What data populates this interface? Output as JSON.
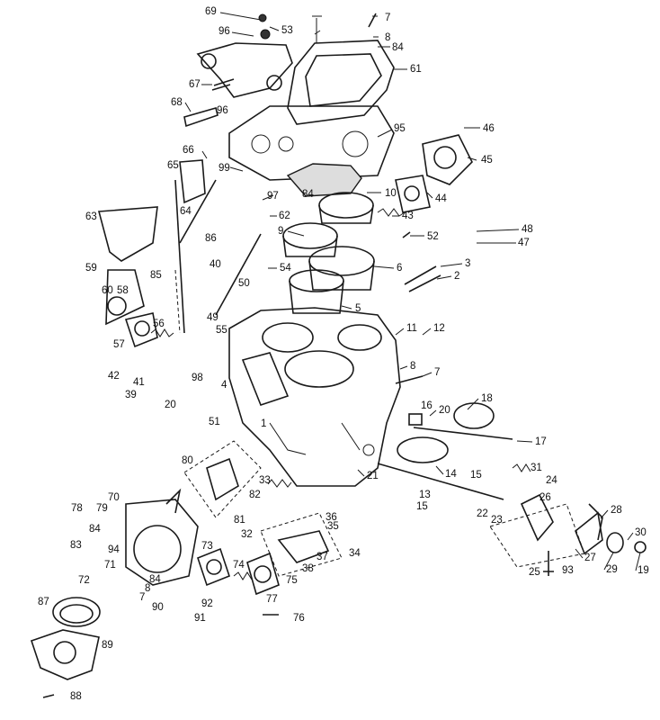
{
  "labels": [
    {
      "id": "p69",
      "text": "69"
    },
    {
      "id": "p96a",
      "text": "96"
    },
    {
      "id": "p53",
      "text": "53"
    },
    {
      "id": "p7a",
      "text": "7"
    },
    {
      "id": "p8a",
      "text": "8"
    },
    {
      "id": "p84a",
      "text": "84"
    },
    {
      "id": "p61",
      "text": "61"
    },
    {
      "id": "p67",
      "text": "67"
    },
    {
      "id": "p96b",
      "text": "96"
    },
    {
      "id": "p68",
      "text": "68"
    },
    {
      "id": "p95",
      "text": "95"
    },
    {
      "id": "p46",
      "text": "46"
    },
    {
      "id": "p66",
      "text": "66"
    },
    {
      "id": "p45",
      "text": "45"
    },
    {
      "id": "p65",
      "text": "65"
    },
    {
      "id": "p99",
      "text": "99"
    },
    {
      "id": "p84b",
      "text": "84"
    },
    {
      "id": "p97",
      "text": "97"
    },
    {
      "id": "p10",
      "text": "10"
    },
    {
      "id": "p44",
      "text": "44"
    },
    {
      "id": "p64",
      "text": "64"
    },
    {
      "id": "p62",
      "text": "62"
    },
    {
      "id": "p43",
      "text": "43"
    },
    {
      "id": "p63",
      "text": "63"
    },
    {
      "id": "p9",
      "text": "9"
    },
    {
      "id": "p48",
      "text": "48"
    },
    {
      "id": "p86",
      "text": "86"
    },
    {
      "id": "p52",
      "text": "52"
    },
    {
      "id": "p47",
      "text": "47"
    },
    {
      "id": "p3",
      "text": "3"
    },
    {
      "id": "p40",
      "text": "40"
    },
    {
      "id": "p54",
      "text": "54"
    },
    {
      "id": "p6",
      "text": "6"
    },
    {
      "id": "p59",
      "text": "59"
    },
    {
      "id": "p85",
      "text": "85"
    },
    {
      "id": "p2",
      "text": "2"
    },
    {
      "id": "p60",
      "text": "60"
    },
    {
      "id": "p58",
      "text": "58"
    },
    {
      "id": "p50",
      "text": "50"
    },
    {
      "id": "p5",
      "text": "5"
    },
    {
      "id": "p49",
      "text": "49"
    },
    {
      "id": "p56",
      "text": "56"
    },
    {
      "id": "p55",
      "text": "55"
    },
    {
      "id": "p11",
      "text": "11"
    },
    {
      "id": "p12",
      "text": "12"
    },
    {
      "id": "p57",
      "text": "57"
    },
    {
      "id": "p8b",
      "text": "8"
    },
    {
      "id": "p7b",
      "text": "7"
    },
    {
      "id": "p42",
      "text": "42"
    },
    {
      "id": "p41",
      "text": "41"
    },
    {
      "id": "p98",
      "text": "98"
    },
    {
      "id": "p4",
      "text": "4"
    },
    {
      "id": "p39",
      "text": "39"
    },
    {
      "id": "p20a",
      "text": "20"
    },
    {
      "id": "p18",
      "text": "18"
    },
    {
      "id": "p16",
      "text": "16"
    },
    {
      "id": "p20b",
      "text": "20"
    },
    {
      "id": "p51",
      "text": "51"
    },
    {
      "id": "p1",
      "text": "1"
    },
    {
      "id": "p17",
      "text": "17"
    },
    {
      "id": "p80",
      "text": "80"
    },
    {
      "id": "p21",
      "text": "21"
    },
    {
      "id": "p14",
      "text": "14"
    },
    {
      "id": "p15a",
      "text": "15"
    },
    {
      "id": "p31",
      "text": "31"
    },
    {
      "id": "p33",
      "text": "33"
    },
    {
      "id": "p24",
      "text": "24"
    },
    {
      "id": "p13",
      "text": "13"
    },
    {
      "id": "p82",
      "text": "82"
    },
    {
      "id": "p26",
      "text": "26"
    },
    {
      "id": "p70",
      "text": "70"
    },
    {
      "id": "p15b",
      "text": "15"
    },
    {
      "id": "p22",
      "text": "22"
    },
    {
      "id": "p23",
      "text": "23"
    },
    {
      "id": "p78",
      "text": "78"
    },
    {
      "id": "p79",
      "text": "79"
    },
    {
      "id": "p28",
      "text": "28"
    },
    {
      "id": "p36",
      "text": "36"
    },
    {
      "id": "p81",
      "text": "81"
    },
    {
      "id": "p35",
      "text": "35"
    },
    {
      "id": "p84c",
      "text": "84"
    },
    {
      "id": "p32",
      "text": "32"
    },
    {
      "id": "p30",
      "text": "30"
    },
    {
      "id": "p83",
      "text": "83"
    },
    {
      "id": "p94",
      "text": "94"
    },
    {
      "id": "p73",
      "text": "73"
    },
    {
      "id": "p34",
      "text": "34"
    },
    {
      "id": "p27",
      "text": "27"
    },
    {
      "id": "p71",
      "text": "71"
    },
    {
      "id": "p74",
      "text": "74"
    },
    {
      "id": "p37",
      "text": "37"
    },
    {
      "id": "p25",
      "text": "25"
    },
    {
      "id": "p93",
      "text": "93"
    },
    {
      "id": "p29",
      "text": "29"
    },
    {
      "id": "p19",
      "text": "19"
    },
    {
      "id": "p72",
      "text": "72"
    },
    {
      "id": "p84d",
      "text": "84"
    },
    {
      "id": "p38",
      "text": "38"
    },
    {
      "id": "p75",
      "text": "75"
    },
    {
      "id": "p8c",
      "text": "8"
    },
    {
      "id": "p7c",
      "text": "7"
    },
    {
      "id": "p92",
      "text": "92"
    },
    {
      "id": "p77",
      "text": "77"
    },
    {
      "id": "p87",
      "text": "87"
    },
    {
      "id": "p90",
      "text": "90"
    },
    {
      "id": "p91",
      "text": "91"
    },
    {
      "id": "p76",
      "text": "76"
    },
    {
      "id": "p89",
      "text": "89"
    },
    {
      "id": "p88",
      "text": "88"
    }
  ]
}
